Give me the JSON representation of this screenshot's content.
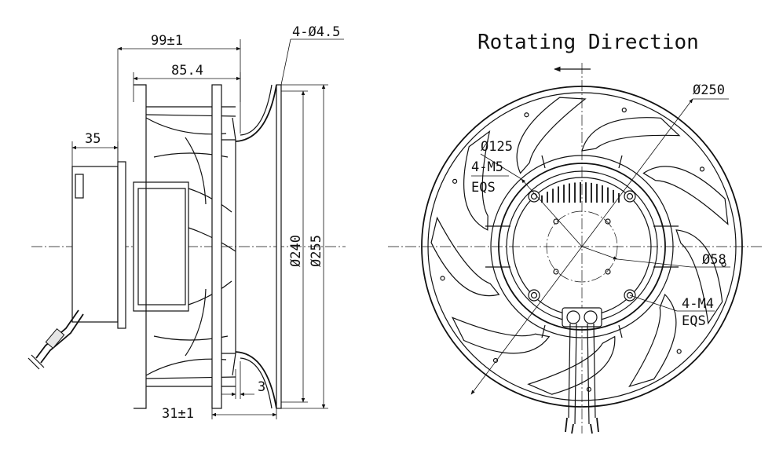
{
  "side_view": {
    "dim_overall_length": "99±1",
    "dim_impeller_length": "85.4",
    "dim_motor_offset": "35",
    "dim_mount_holes": "4-Ø4.5",
    "dim_inlet_diameter": "Ø240",
    "dim_flange_diameter": "Ø255",
    "dim_flange_thickness": "3",
    "dim_blade_offset": "31±1"
  },
  "front_view": {
    "title": "Rotating Direction",
    "dim_outer_diameter": "Ø250",
    "dim_bolt_circle_large": "Ø125",
    "thread_large": "4-M5",
    "eqs_large": "EQS",
    "dim_bolt_circle_small": "Ø58",
    "thread_small": "4-M4",
    "eqs_small": "EQS"
  }
}
